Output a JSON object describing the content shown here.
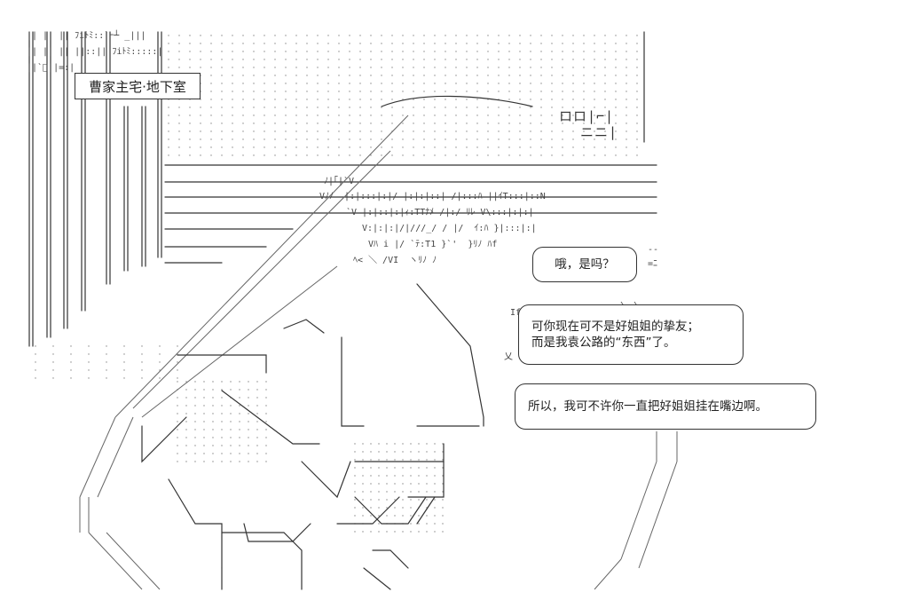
{
  "scene": {
    "location_caption": "曹家主宅·地下室",
    "sign_chars": "ロロ|⌐|",
    "sign_lower": "ニニ|"
  },
  "dialogue": [
    {
      "id": "bubble-1",
      "lines": [
        "哦，是吗？"
      ]
    },
    {
      "id": "bubble-2",
      "lines": [
        "可你现在可不是好姐姐的挚友；",
        "而是我袁公路的“东西”了。"
      ]
    },
    {
      "id": "bubble-3",
      "lines": [
        "所以，我可不许你一直把好姐姐挂在嘴边啊。"
      ]
    }
  ],
  "aa_fragments": {
    "top_left_row1": "|| || || ﾌiﾄﾐ::`ｰ┴ _|||",
    "top_left_row2": "|| || || ||::|| ﾌiﾄﾐ:::::|",
    "top_left_row3": "||`ﾞ||=:|",
    "face_row1": "ﾉ|｢|`V",
    "face_row2": "Vﾉﾉ  |:|:::|:|/ |:|:|::| /|:::ﾊ ||ｲT:::|::N",
    "face_row3": "`V |:|::|:|ｨ:TTﾅﾒ /|:/ ﾘﾚ V\\:::|:|:|",
    "face_row4": "V:|:|:|/|///_/ / |/  ｲ:ﾊ }|:::|:|",
    "face_row5": "Vﾊ i |/ `ﾃ:T1 }`'  }ﾘﾉ ﾊf",
    "face_row6": "ﾍ< ＼ /VI  ヽﾘﾉ ﾉ",
    "side_marks": "If",
    "side_marks2": "乂",
    "right_eq1": "-‐",
    "right_eq2": "=ﾆ"
  }
}
